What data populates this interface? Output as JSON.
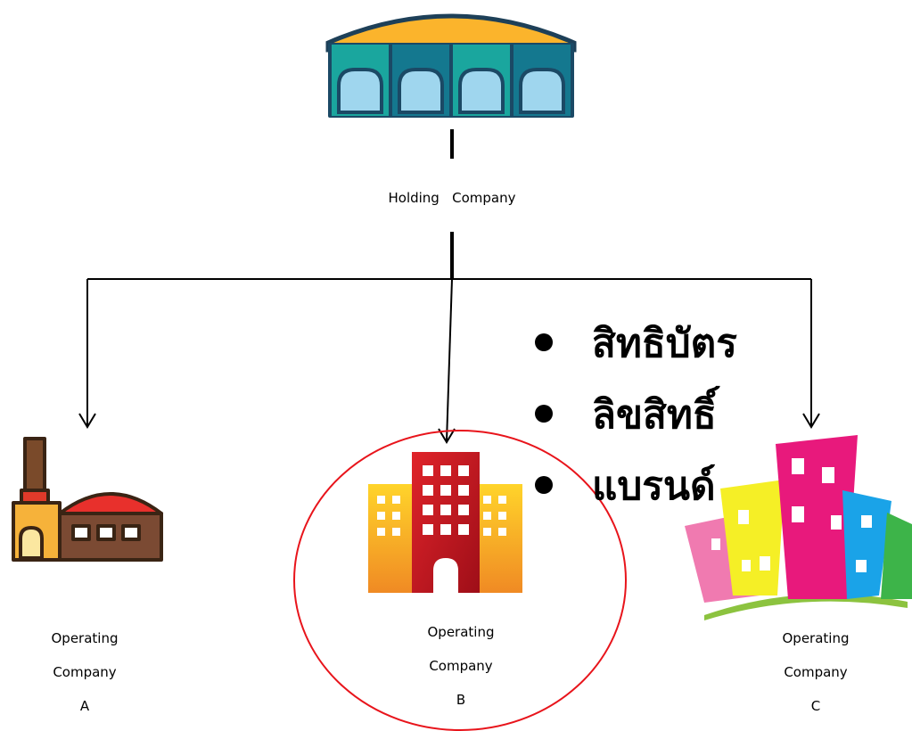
{
  "holding": {
    "title_words": [
      "Holding",
      "Company"
    ]
  },
  "companies": [
    {
      "line1": "Operating",
      "line2": "Company",
      "line3": "A"
    },
    {
      "line1": "Operating",
      "line2": "Company",
      "line3": "B"
    },
    {
      "line1": "Operating",
      "line2": "Company",
      "line3": "C"
    }
  ],
  "bullets": [
    "สิทธิบัตร",
    "ลิขสิทธิ์",
    "แบรนด์"
  ],
  "colors": {
    "highlight_circle": "#e8141b",
    "connector": "#000000"
  }
}
